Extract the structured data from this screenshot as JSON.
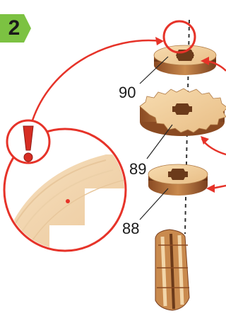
{
  "step": {
    "number": "2",
    "badge_color": "#7cc242"
  },
  "parts": [
    {
      "id": "90",
      "label": "90"
    },
    {
      "id": "89",
      "label": "89"
    },
    {
      "id": "88",
      "label": "88"
    }
  ],
  "colors": {
    "callout_red": "#e63329",
    "wood_light": "#f0cc9a",
    "wood_mid": "#d9a46a",
    "wood_dark": "#7a3f1e"
  },
  "icons": {
    "warning": "exclamation-mark-icon"
  }
}
